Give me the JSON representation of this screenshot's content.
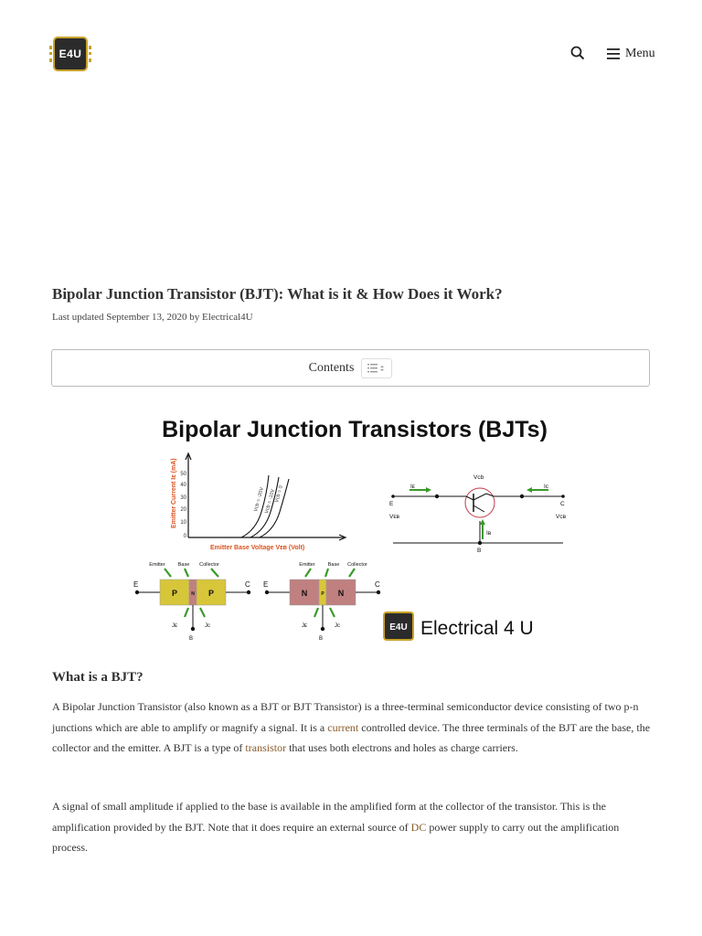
{
  "header": {
    "logo_text": "E4U",
    "menu_label": "Menu",
    "icons": {
      "search": "search-icon",
      "menu": "hamburger-icon"
    }
  },
  "article": {
    "title": "Bipolar Junction Transistor (BJT): What is it & How Does it Work?",
    "meta": "Last updated September 13, 2020 by Electrical4U",
    "toc_label": "Contents",
    "figure": {
      "title": "Bipolar Junction Transistors (BJTs)",
      "graph_ylabel": "Emitter Current Iᴇ (mA)",
      "graph_xlabel": "Emitter Base Voltage Vᴇʙ (Volt)",
      "graph_ticks": [
        "50",
        "40",
        "30",
        "20",
        "10",
        "0"
      ],
      "curve_labels": [
        "Vcb = -20V",
        "Vcb = -10V",
        "Vcb = 0"
      ],
      "pnp": {
        "labels": [
          "Emitter",
          "Base",
          "Collector"
        ],
        "regions": [
          "P",
          "N",
          "P"
        ]
      },
      "npn": {
        "labels": [
          "Emitter",
          "Base",
          "Collector"
        ],
        "regions": [
          "N",
          "P",
          "N"
        ]
      },
      "terminals": {
        "e": "E",
        "c": "C",
        "b": "B",
        "je": "Jᴇ",
        "jc": "Jc"
      },
      "circuit": {
        "ie": "Iᴇ",
        "ic": "Ic",
        "ib": "Iʙ",
        "veb": "Vᴇʙ",
        "vcb": "Vcʙ",
        "vcb_top": "Vcb"
      },
      "brand_logo": "E4U",
      "brand": "Electrical 4 U"
    },
    "section_heading": "What is a BJT?",
    "p1": {
      "t1": "A Bipolar Junction Transistor (also known as a BJT or BJT Transistor) is a three-terminal semiconductor device consisting of two p-n junctions which are able to amplify or magnify a signal. It is a ",
      "link1": "current",
      "t2": " controlled device. The three terminals of the BJT are the base, the collector and the emitter. A BJT is a type of ",
      "link2": "transistor",
      "t3": " that uses both electrons and holes as charge carriers."
    },
    "p2": {
      "t1": "A signal of small amplitude if applied to the base is available in the amplified form at the collector of the transistor. This is the amplification provided by the BJT. Note that it does require an external source of ",
      "link1": "DC",
      "t2": " power supply to carry out the amplification process."
    }
  },
  "colors": {
    "link": "#8a5a2a",
    "logo_gold": "#c9a227",
    "p_region": "#d8c63a",
    "n_region": "#c08080",
    "arrow_green": "#3a9a2a",
    "axis_red": "#d9531e"
  }
}
